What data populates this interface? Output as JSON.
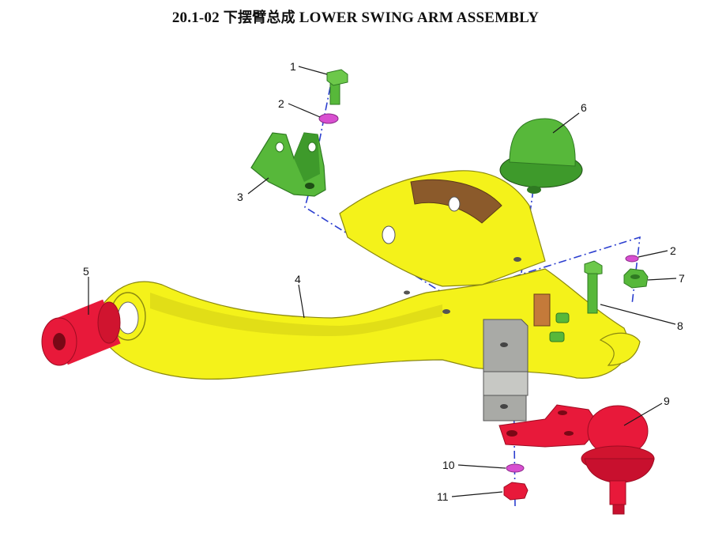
{
  "title": {
    "code": "20.1-02",
    "zh": "下摆臂总成",
    "en": "LOWER SWING ARM ASSEMBLY"
  },
  "colors": {
    "arm": "#f4f21a",
    "arm_shade": "#c9c616",
    "green": "#57b83a",
    "green_dark": "#2f7a22",
    "red": "#e8193a",
    "red_dark": "#9e0c22",
    "magenta": "#d84fd0",
    "grey": "#a9aaa6",
    "leader": "#1a1a1a",
    "centerline": "#2c3fcf"
  },
  "callouts": [
    {
      "id": "c1",
      "label": "1"
    },
    {
      "id": "c2a",
      "label": "2"
    },
    {
      "id": "c3",
      "label": "3"
    },
    {
      "id": "c4",
      "label": "4"
    },
    {
      "id": "c5",
      "label": "5"
    },
    {
      "id": "c6",
      "label": "6"
    },
    {
      "id": "c2b",
      "label": "2"
    },
    {
      "id": "c7",
      "label": "7"
    },
    {
      "id": "c8",
      "label": "8"
    },
    {
      "id": "c9",
      "label": "9"
    },
    {
      "id": "c10",
      "label": "10"
    },
    {
      "id": "c11",
      "label": "11"
    }
  ]
}
